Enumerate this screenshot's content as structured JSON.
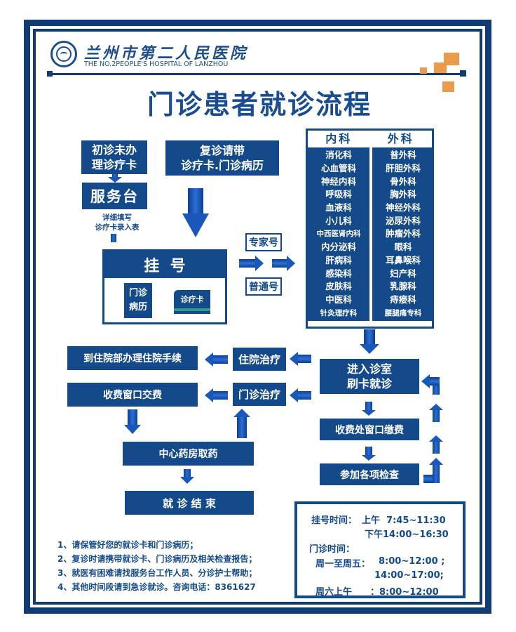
{
  "header": {
    "hospital_name_cn": "兰州市第二人民医院",
    "hospital_name_en": "THE NO.2PEOPLE'S HOSPITAL OF LANZHOU",
    "title": "门诊患者就诊流程"
  },
  "flow": {
    "first_visit": "初诊未办\n理诊疗卡",
    "service_desk": "服务台",
    "service_desk_note": "详细填写\n诊疗卡录入表",
    "return_visit": "复诊请带\n诊疗卡.门诊病历",
    "registration": "挂  号",
    "medical_record_icon_label": "门诊\n病历",
    "treatment_card_icon_label": "诊疗卡",
    "expert_number": "专家号",
    "general_number": "普通号",
    "enter_clinic": "进入诊室\n刷卡就诊",
    "pay_fees_window": "收费处窗口缴费",
    "examinations": "参加各项检查",
    "inpatient_treatment": "住院治疗",
    "inpatient_admission": "到住院部办理住院手续",
    "outpatient_treatment": "门诊治疗",
    "cashier_payment": "收费窗口交费",
    "pharmacy": "中心药房取药",
    "visit_end": "就 诊 结 束"
  },
  "departments": {
    "internal_header": "内科",
    "surgical_header": "外科",
    "internal": [
      "消化科",
      "心血管科",
      "神经内科",
      "呼吸科",
      "血液科",
      "小儿科",
      "中西医肾内科",
      "内分泌科",
      "肝病科",
      "感染科",
      "皮肤科",
      "中医科",
      "针灸理疗科"
    ],
    "surgical": [
      "普外科",
      "肝胆外科",
      "骨外科",
      "胸外科",
      "神经外科",
      "泌尿外科",
      "肿瘤外科",
      "眼科",
      "耳鼻喉科",
      "妇产科",
      "乳腺科",
      "痔瘘科",
      "腰腿痛专科"
    ]
  },
  "notes": [
    "1、请保管好您的就诊卡和门诊病历；",
    "2、复诊时请携带就诊卡、门诊病历及相关检查报告；",
    "3、就医有困难请找服务台工作人员、分诊护士帮助；",
    "4、其他时间段请到急诊就诊。咨询电话：8361627"
  ],
  "hours": {
    "registration_label": "挂号时间：",
    "registration_am": "上午  7:45~11:30",
    "registration_pm": "下午14:00~16:30",
    "clinic_label": "门诊时间：",
    "weekday_label": "周一至周五：",
    "weekday_am": "8:00~12:00 ;",
    "weekday_pm": "14:00~17:00;",
    "saturday_label": "周六上午",
    "saturday_hours": "：8:00~12:00"
  },
  "colors": {
    "navy": "#144a8a",
    "frame": "#0f3c72",
    "accent_orange": "#ec9a4c",
    "card_stripe": "#2e9c86"
  }
}
